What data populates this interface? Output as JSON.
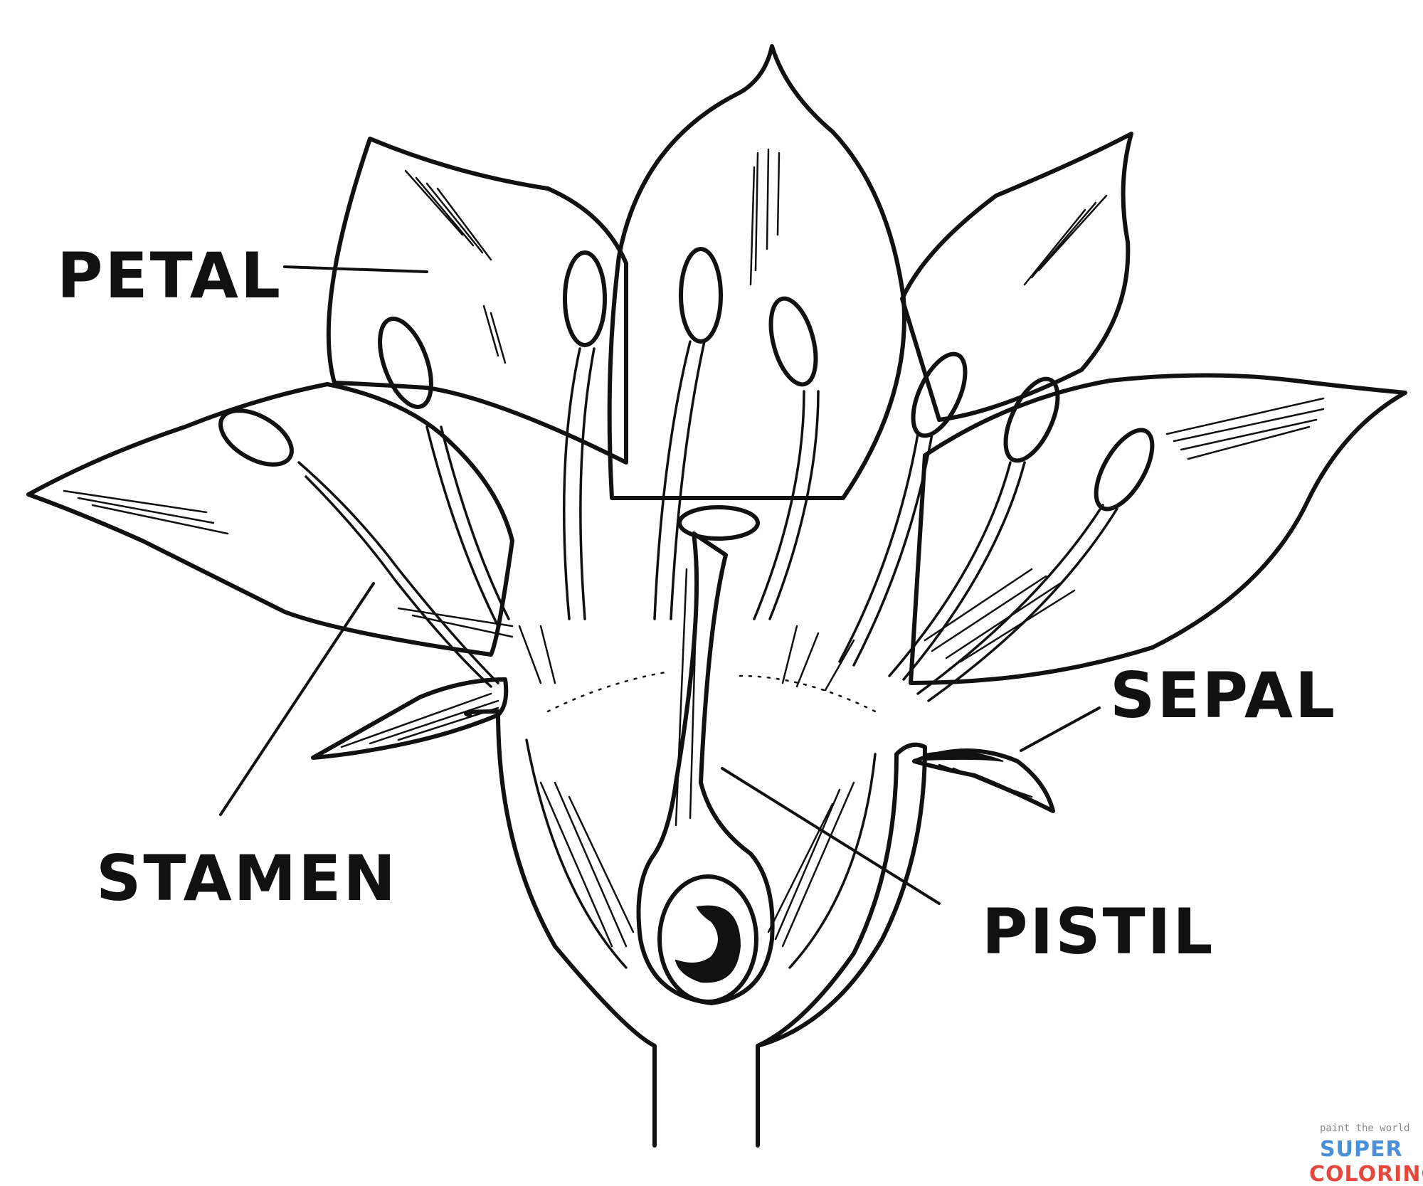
{
  "diagram": {
    "labels": {
      "petal": "PETAL",
      "stamen": "STAMEN",
      "sepal": "SEPAL",
      "pistil": "PISTIL"
    }
  },
  "watermark": {
    "tagline": "paint the world",
    "word1": "SUPER",
    "word2": "COLORING",
    "colors": [
      "#e5483d",
      "#f5a623",
      "#4a90d9",
      "#7ed321",
      "#9b59b6"
    ]
  }
}
